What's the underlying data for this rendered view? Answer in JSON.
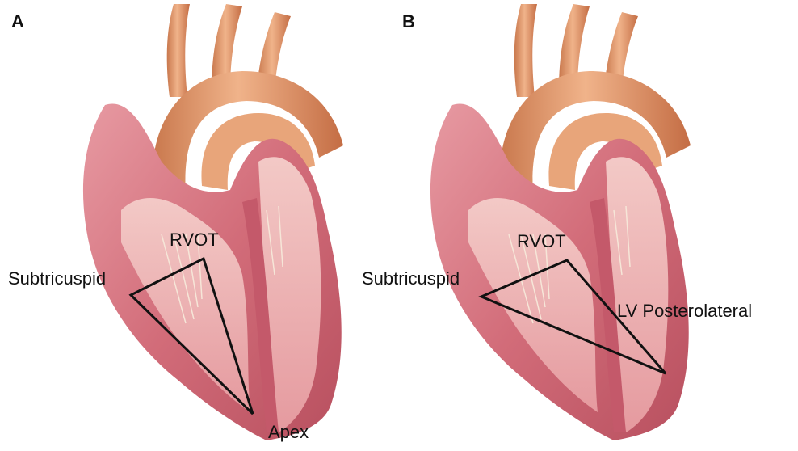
{
  "panels": [
    {
      "letter": "A",
      "labels": {
        "rvot": "RVOT",
        "subtricuspid": "Subtricuspid",
        "apex": "Apex"
      }
    },
    {
      "letter": "B",
      "labels": {
        "rvot": "RVOT",
        "subtricuspid": "Subtricuspid",
        "lv_posterolateral": "LV Posterolateral"
      }
    }
  ],
  "colors": {
    "triangle_stroke": "#111111",
    "vessel": "#e39a6a",
    "myocardium": "#d97b86",
    "chamber": "#efb3b1"
  }
}
